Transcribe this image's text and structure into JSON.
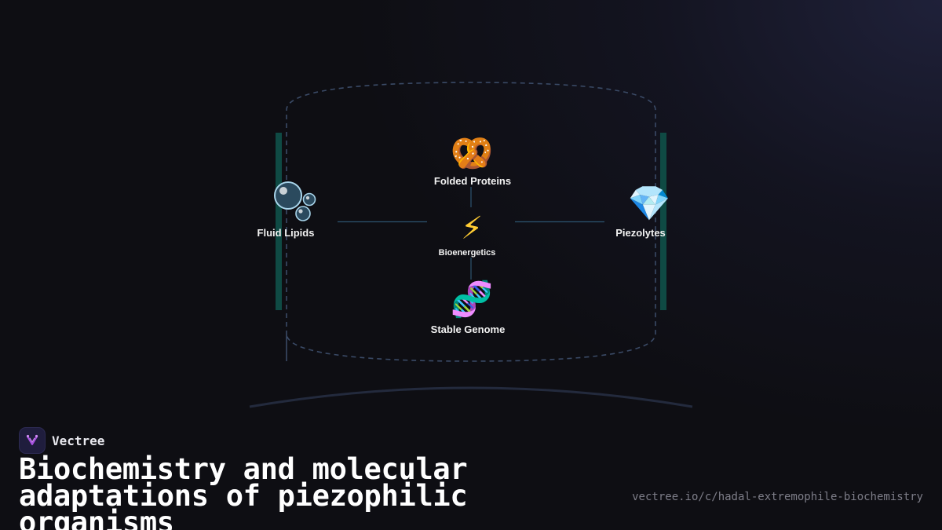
{
  "diagram": {
    "center": {
      "icon": "⚡",
      "icon_name": "lightning-icon",
      "label": "Bioenergetics"
    },
    "nodes": {
      "top": {
        "icon": "🥨",
        "icon_name": "pretzel-icon",
        "label": "Folded Proteins"
      },
      "left": {
        "icon": "🫧",
        "icon_name": "bubbles-icon",
        "label": "Fluid Lipids"
      },
      "right": {
        "icon": "💎",
        "icon_name": "gem-icon",
        "label": "Piezolytes"
      },
      "bottom": {
        "icon": "🧬",
        "icon_name": "dna-icon",
        "label": "Stable Genome"
      }
    },
    "colors": {
      "outline": "#3a4a66",
      "connector": "#2c5470",
      "side_bar": "#0f4a44",
      "base_arc": "#232a3d"
    }
  },
  "brand": {
    "name": "Vectree",
    "logo_icon": "vectree-logo-icon",
    "accent": "#a64fe0"
  },
  "title": "Biochemistry and molecular adaptations of piezophilic organisms",
  "url": "vectree.io/c/hadal-extremophile-biochemistry"
}
